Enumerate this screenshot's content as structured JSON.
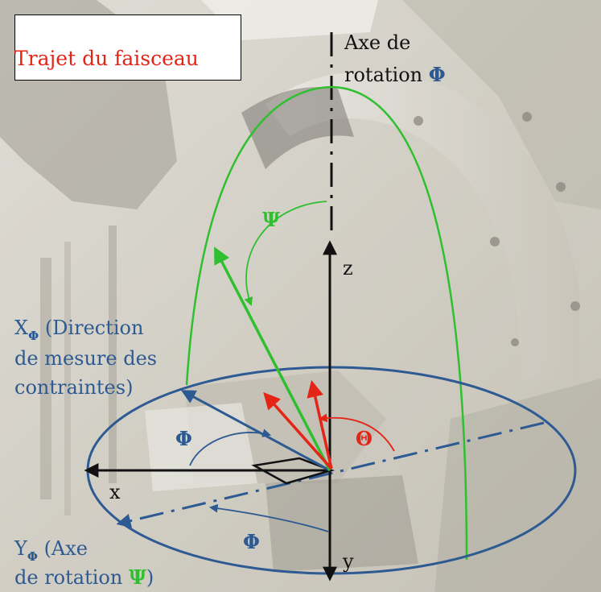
{
  "legend": {
    "beam_path": "Trajet du faisceau"
  },
  "rotation_axis": {
    "line1": "Axe de",
    "line2": "rotation",
    "symbol": "Φ"
  },
  "axes": {
    "z": "z",
    "x": "x",
    "y": "y"
  },
  "angles": {
    "psi": "Ψ",
    "phi_upper": "Φ",
    "phi_lower": "Φ",
    "theta": "Θ"
  },
  "x_phi": {
    "letter": "X",
    "sub": "Φ",
    "line1_rest": "(Direction",
    "line2": "de mesure des",
    "line3": "contraintes)"
  },
  "y_phi": {
    "letter": "Y",
    "sub": "Φ",
    "line1_rest": "(Axe",
    "line2": "de rotation",
    "symbol": "Ψ",
    "close": ")"
  },
  "colors": {
    "blue": "#2d5a92",
    "green": "#2fbf2f",
    "red": "#e32417",
    "black": "#111111",
    "photo_bg": "#cfcbc0"
  }
}
